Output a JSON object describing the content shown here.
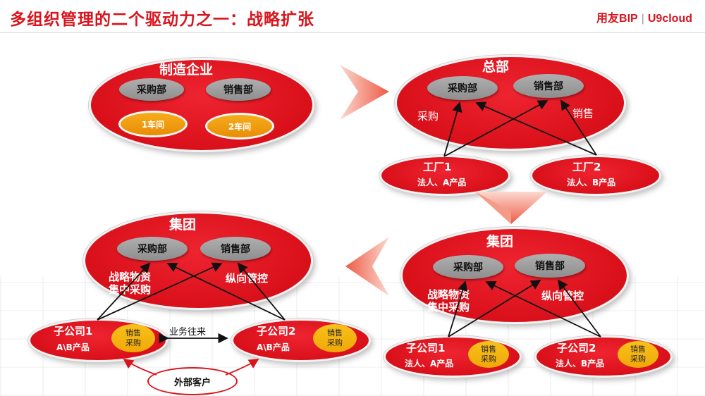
{
  "title": "多组织管理的二个驱动力之一：战略扩张",
  "logo": {
    "brand": "用友BIP",
    "partner": "U9cloud"
  },
  "stage1": {
    "name": "制造企业",
    "dept1": "采购部",
    "dept2": "销售部",
    "workshop1": "1车间",
    "workshop2": "2车间"
  },
  "stage2": {
    "name": "总部",
    "dept1": "采购部",
    "dept2": "销售部",
    "label_purchase": "采购",
    "label_sales": "销售",
    "factory1": {
      "name": "工厂1",
      "desc": "法人、A产品"
    },
    "factory2": {
      "name": "工厂2",
      "desc": "法人、B产品"
    }
  },
  "stage3": {
    "name": "集团",
    "dept1": "采购部",
    "dept2": "销售部",
    "label_left_1": "战略物资",
    "label_left_2": "集中采购",
    "label_right": "纵向管控",
    "sub1": {
      "name": "子公司1",
      "desc": "法人、A产品",
      "badge1": "销售",
      "badge2": "采购"
    },
    "sub2": {
      "name": "子公司2",
      "desc": "法人、B产品",
      "badge1": "销售",
      "badge2": "采购"
    }
  },
  "stage4": {
    "name": "集团",
    "dept1": "采购部",
    "dept2": "销售部",
    "label_left_1": "战略物资",
    "label_left_2": "集中采购",
    "label_right": "纵向管控",
    "sub1": {
      "name": "子公司1",
      "desc": "A\\B产品",
      "badge1": "销售",
      "badge2": "采购"
    },
    "sub2": {
      "name": "子公司2",
      "desc": "A\\B产品",
      "badge1": "销售",
      "badge2": "采购"
    },
    "business_label": "业务往来",
    "customer": "外部客户"
  }
}
